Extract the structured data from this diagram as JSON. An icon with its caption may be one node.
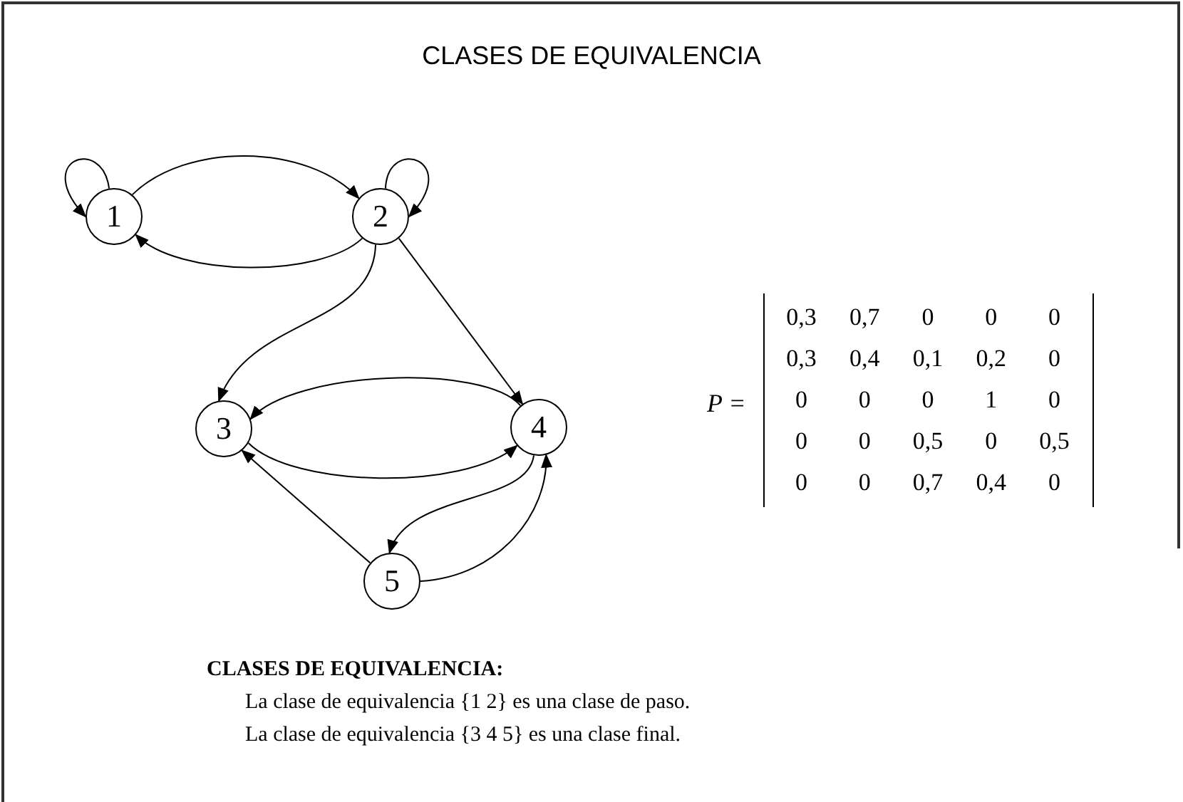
{
  "diagram": {
    "title": "CLASES DE EQUIVALENCIA",
    "nodes": [
      {
        "text": [
          "1"
        ]
      },
      {
        "text": [
          "2"
        ]
      },
      {
        "text": [
          "3"
        ]
      },
      {
        "text": [
          "4"
        ]
      },
      {
        "text": [
          "5"
        ]
      }
    ],
    "edges": [
      {
        "from": 0,
        "to": 0,
        "arrow": "to"
      },
      {
        "from": 1,
        "to": 1,
        "arrow": "to"
      },
      {
        "from": 0,
        "to": 1,
        "arrow": "to"
      },
      {
        "from": 1,
        "to": 0,
        "arrow": "to"
      },
      {
        "from": 1,
        "to": 2,
        "arrow": "to"
      },
      {
        "from": 1,
        "to": 3,
        "arrow": "to"
      },
      {
        "from": 3,
        "to": 2,
        "arrow": "to"
      },
      {
        "from": 2,
        "to": 3,
        "arrow": "to"
      },
      {
        "from": 3,
        "to": 4,
        "arrow": "to"
      },
      {
        "from": 4,
        "to": 3,
        "arrow": "to"
      },
      {
        "from": 4,
        "to": 2,
        "arrow": "to"
      }
    ],
    "labels": [
      "P =",
      "0,3",
      "0,7",
      "0",
      "0",
      "0",
      "0,3",
      "0,4",
      "0,1",
      "0,2",
      "0",
      "0",
      "0",
      "0",
      "1",
      "0",
      "0",
      "0",
      "0,5",
      "0",
      "0,5",
      "0",
      "0",
      "0,7",
      "0,4",
      "0",
      "CLASES DE EQUIVALENCIA:",
      "La clase de equivalencia {1 2} es una clase de paso.",
      "La clase de equivalencia {3 4 5} es una clase final."
    ]
  }
}
